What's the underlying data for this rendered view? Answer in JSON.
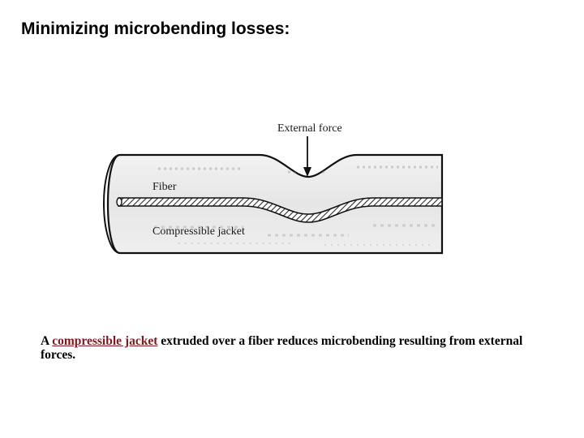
{
  "slide": {
    "title": "Minimizing microbending losses:"
  },
  "figure": {
    "labels": {
      "external_force": "External force",
      "fiber": "Fiber",
      "compressible_jacket": "Compressible jacket"
    }
  },
  "caption": {
    "prefix": "A ",
    "term": "compressible jacket",
    "suffix": " extruded over a fiber reduces microbending resulting from external forces."
  }
}
